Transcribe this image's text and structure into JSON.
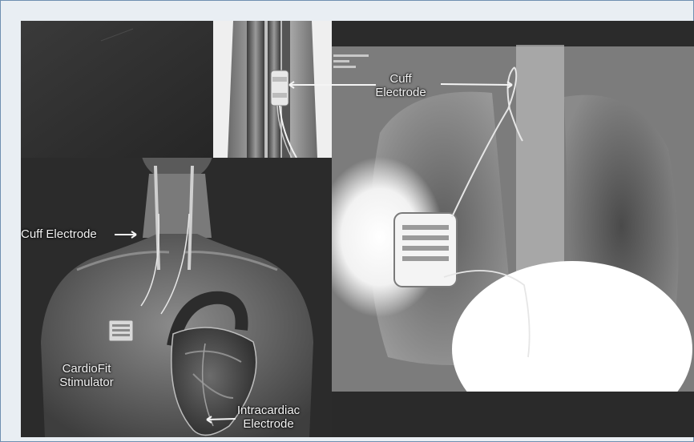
{
  "labels": {
    "cuff_electrode_top_line1": "Cuff",
    "cuff_electrode_top_line2": "Electrode",
    "cuff_electrode_left": "Cuff Electrode",
    "stimulator_line1": "CardioFit",
    "stimulator_line2": "Stimulator",
    "intracardiac_line1": "Intracardiac",
    "intracardiac_line2": "Electrode"
  },
  "colors": {
    "frame_border": "#6f8fb0",
    "background": "#e9eef3",
    "label_text": "#f4f4f4"
  }
}
